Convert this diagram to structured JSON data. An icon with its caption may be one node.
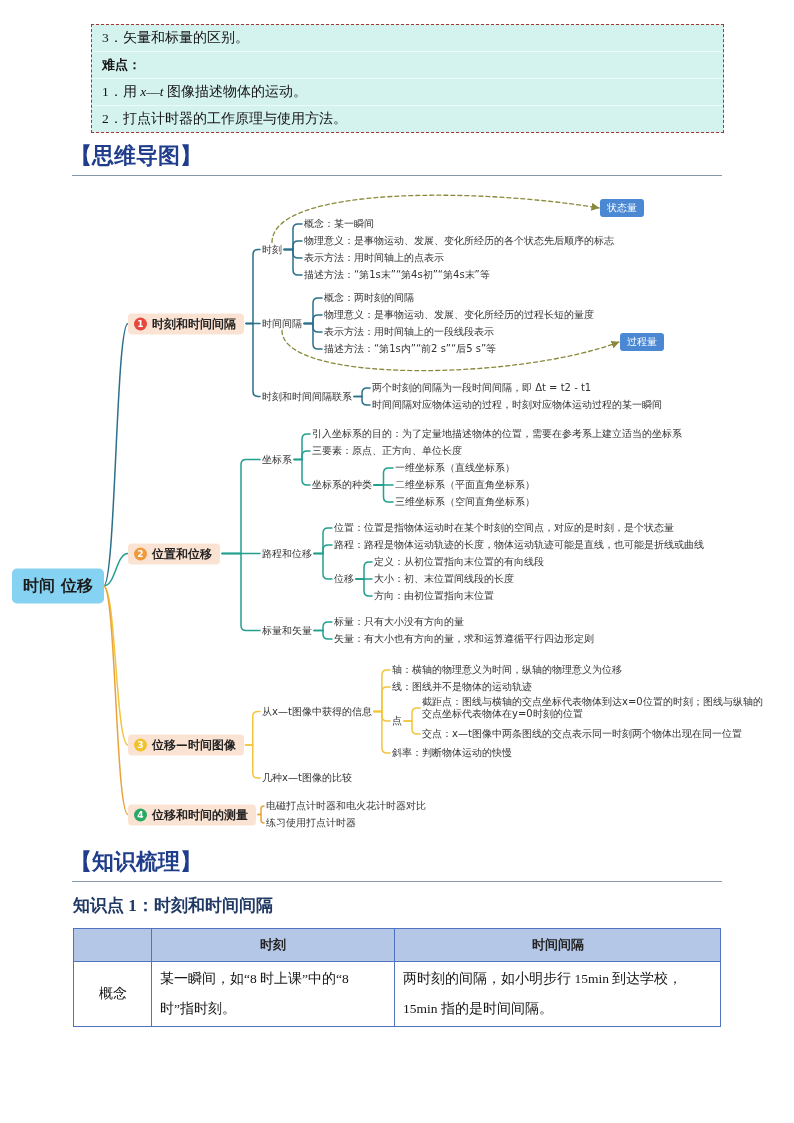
{
  "diagram": {
    "nodes": [
      {
        "text": [
          "3．矢量和标量的区别。",
          "难点：",
          "1．用 *x*—*t* 图像描述物体的运动。",
          "2．打点计时器的工作原理与使用方法。"
        ]
      },
      {
        "text": [
          "时间 位移"
        ]
      },
      {
        "text": [
          "1",
          "时刻和时间间隔"
        ]
      },
      {
        "text": [
          "时刻"
        ]
      },
      {
        "text": [
          "概念：某一瞬间"
        ]
      },
      {
        "text": [
          "物理意义：是事物运动、发展、变化所经历的各个状态先后顺序的标志"
        ]
      },
      {
        "text": [
          "表示方法：用时间轴上的点表示"
        ]
      },
      {
        "text": [
          "描述方法：“第1s末”“第4s初”“第4s末”等"
        ]
      },
      {
        "text": [
          "状态量"
        ]
      },
      {
        "text": [
          "时间间隔"
        ]
      },
      {
        "text": [
          "概念：两时刻的间隔"
        ]
      },
      {
        "text": [
          "物理意义：是事物运动、发展、变化所经历的过程长短的量度"
        ]
      },
      {
        "text": [
          "表示方法：用时间轴上的一段线段表示"
        ]
      },
      {
        "text": [
          "描述方法：“第1s内”“前2 s”“后5 s”等"
        ]
      },
      {
        "text": [
          "过程量"
        ]
      },
      {
        "text": [
          "时刻和时间间隔联系"
        ]
      },
      {
        "text": [
          "两个时刻的间隔为一段时间间隔，即 Δt = t2 - t1"
        ]
      },
      {
        "text": [
          "时间间隔对应物体运动的过程，时刻对应物体运动过程的某一瞬间"
        ]
      },
      {
        "text": [
          "2",
          "位置和位移"
        ]
      },
      {
        "text": [
          "坐标系"
        ]
      },
      {
        "text": [
          "引入坐标系的目的：为了定量地描述物体的位置，需要在参考系上建立适当的坐标系"
        ]
      },
      {
        "text": [
          "三要素：原点、正方向、单位长度"
        ]
      },
      {
        "text": [
          "坐标系的种类"
        ]
      },
      {
        "text": [
          "一维坐标系（直线坐标系）"
        ]
      },
      {
        "text": [
          "二维坐标系（平面直角坐标系）"
        ]
      },
      {
        "text": [
          "三维坐标系（空间直角坐标系）"
        ]
      },
      {
        "text": [
          "路程和位移"
        ]
      },
      {
        "text": [
          "位置：位置是指物体运动时在某个时刻的空间点，对应的是时刻，是个状态量"
        ]
      },
      {
        "text": [
          "路程：路程是物体运动轨迹的长度，物体运动轨迹可能是直线，也可能是折线或曲线"
        ]
      },
      {
        "text": [
          "位移"
        ]
      },
      {
        "text": [
          "定义：从初位置指向末位置的有向线段"
        ]
      },
      {
        "text": [
          "大小：初、末位置间线段的长度"
        ]
      },
      {
        "text": [
          "方向：由初位置指向末位置"
        ]
      },
      {
        "text": [
          "标量和矢量"
        ]
      },
      {
        "text": [
          "标量：只有大小没有方向的量"
        ]
      },
      {
        "text": [
          "矢量：有大小也有方向的量，求和运算遵循平行四边形定则"
        ]
      },
      {
        "text": [
          "3",
          "位移—时间图像"
        ]
      },
      {
        "text": [
          "从x—t图像中获得的信息"
        ]
      },
      {
        "text": [
          "轴：横轴的物理意义为时间，纵轴的物理意义为位移"
        ]
      },
      {
        "text": [
          "线：图线并不是物体的运动轨迹"
        ]
      },
      {
        "text": [
          "点"
        ]
      },
      {
        "text": [
          "截距点：图线与横轴的交点坐标代表物体到达x=0位置的时刻；图线与纵轴的交点坐标代表物体在y=0时刻的位置"
        ]
      },
      {
        "text": [
          "交点：x—t图像中两条图线的交点表示同一时刻两个物体出现在同一位置"
        ]
      },
      {
        "text": [
          "斜率：判断物体运动的快慢"
        ]
      },
      {
        "text": [
          "几种x—t图像的比较"
        ]
      },
      {
        "text": [
          "4",
          "位移和时间的测量"
        ]
      },
      {
        "text": [
          "电磁打点计时器和电火花计时器对比"
        ]
      },
      {
        "text": [
          "练习使用打点计时器"
        ]
      }
    ],
    "edges": [
      {
        "from": 1,
        "to": 2,
        "arrow": "none",
        "color": "#2b6f8a"
      },
      {
        "from": 2,
        "to": 3,
        "arrow": "none",
        "color": "#2b6f8a"
      },
      {
        "from": 3,
        "to": 4,
        "arrow": "none",
        "color": "#2b6f8a"
      },
      {
        "from": 3,
        "to": 5,
        "arrow": "none",
        "color": "#2b6f8a"
      },
      {
        "from": 3,
        "to": 6,
        "arrow": "none",
        "color": "#2b6f8a"
      },
      {
        "from": 3,
        "to": 7,
        "arrow": "none",
        "color": "#2b6f8a"
      },
      {
        "from": 3,
        "to": 8,
        "arrow": "to",
        "style": "dashed",
        "color": "#8a8a3c"
      },
      {
        "from": 2,
        "to": 9,
        "arrow": "none",
        "color": "#2b6f8a"
      },
      {
        "from": 9,
        "to": 10,
        "arrow": "none",
        "color": "#2b6f8a"
      },
      {
        "from": 9,
        "to": 11,
        "arrow": "none",
        "color": "#2b6f8a"
      },
      {
        "from": 9,
        "to": 12,
        "arrow": "none",
        "color": "#2b6f8a"
      },
      {
        "from": 9,
        "to": 13,
        "arrow": "none",
        "color": "#2b6f8a"
      },
      {
        "from": 9,
        "to": 14,
        "arrow": "to",
        "style": "dashed",
        "color": "#8a8a3c"
      },
      {
        "from": 2,
        "to": 15,
        "arrow": "none",
        "color": "#2b6f8a"
      },
      {
        "from": 15,
        "to": 16,
        "arrow": "none",
        "color": "#2b6f8a"
      },
      {
        "from": 15,
        "to": 17,
        "arrow": "none",
        "color": "#2b6f8a"
      },
      {
        "from": 1,
        "to": 18,
        "arrow": "none"
      },
      {
        "from": 18,
        "to": 19,
        "arrow": "none"
      },
      {
        "from": 19,
        "to": 20,
        "arrow": "none"
      },
      {
        "from": 19,
        "to": 21,
        "arrow": "none"
      },
      {
        "from": 19,
        "to": 22,
        "arrow": "none"
      },
      {
        "from": 22,
        "to": 23,
        "arrow": "none"
      },
      {
        "from": 22,
        "to": 24,
        "arrow": "none"
      },
      {
        "from": 22,
        "to": 25,
        "arrow": "none"
      },
      {
        "from": 18,
        "to": 26,
        "arrow": "none"
      },
      {
        "from": 26,
        "to": 27,
        "arrow": "none"
      },
      {
        "from": 26,
        "to": 28,
        "arrow": "none"
      },
      {
        "from": 26,
        "to": 29,
        "arrow": "none"
      },
      {
        "from": 29,
        "to": 30,
        "arrow": "none"
      },
      {
        "from": 29,
        "to": 31,
        "arrow": "none"
      },
      {
        "from": 29,
        "to": 32,
        "arrow": "none"
      },
      {
        "from": 18,
        "to": 33,
        "arrow": "none"
      },
      {
        "from": 33,
        "to": 34,
        "arrow": "none"
      },
      {
        "from": 33,
        "to": 35,
        "arrow": "none"
      },
      {
        "from": 1,
        "to": 36,
        "arrow": "none",
        "color": "#f2c53d"
      },
      {
        "from": 36,
        "to": 37,
        "arrow": "none",
        "color": "#f2c53d"
      },
      {
        "from": 37,
        "to": 38,
        "arrow": "none",
        "color": "#f2c53d"
      },
      {
        "from": 37,
        "to": 39,
        "arrow": "none",
        "color": "#f2c53d"
      },
      {
        "from": 37,
        "to": 40,
        "arrow": "none",
        "color": "#f2c53d"
      },
      {
        "from": 40,
        "to": 41,
        "arrow": "none",
        "color": "#f2c53d"
      },
      {
        "from": 40,
        "to": 42,
        "arrow": "none",
        "color": "#f2c53d"
      },
      {
        "from": 37,
        "to": 43,
        "arrow": "none",
        "color": "#f2c53d"
      },
      {
        "from": 36,
        "to": 44,
        "arrow": "none",
        "color": "#f2c53d"
      },
      {
        "from": 1,
        "to": 45,
        "arrow": "none",
        "color": "#e9a23b"
      },
      {
        "from": 45,
        "to": 46,
        "arrow": "none",
        "color": "#e9a23b"
      },
      {
        "from": 45,
        "to": 47,
        "arrow": "none",
        "color": "#e9a23b"
      }
    ],
    "labels": [
      "【思维导图】",
      "【知识梳理】",
      "知识点 1：时刻和时间间隔",
      "时刻",
      "时间间隔",
      "概念",
      "某一瞬间，如“8 时上课”中的“8 时”指时刻。",
      "两时刻的间隔，如小明步行 15min 到达学校，15min 指的是时间间隔。"
    ]
  }
}
